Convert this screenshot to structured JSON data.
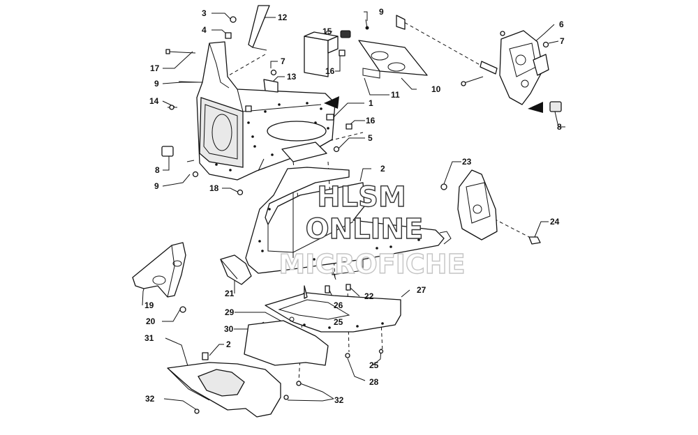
{
  "watermark": {
    "line1": "HLSM",
    "line2": "ONLINE",
    "line3": "MICROFICHE"
  },
  "callouts": [
    {
      "id": "c1",
      "label": "1"
    },
    {
      "id": "c2a",
      "label": "2"
    },
    {
      "id": "c2b",
      "label": "2"
    },
    {
      "id": "c3",
      "label": "3"
    },
    {
      "id": "c4",
      "label": "4"
    },
    {
      "id": "c5",
      "label": "5"
    },
    {
      "id": "c6",
      "label": "6"
    },
    {
      "id": "c7a",
      "label": "7"
    },
    {
      "id": "c7b",
      "label": "7"
    },
    {
      "id": "c8a",
      "label": "8"
    },
    {
      "id": "c8b",
      "label": "8"
    },
    {
      "id": "c9a",
      "label": "9"
    },
    {
      "id": "c9b",
      "label": "9"
    },
    {
      "id": "c9c",
      "label": "9"
    },
    {
      "id": "c10",
      "label": "10"
    },
    {
      "id": "c11",
      "label": "11"
    },
    {
      "id": "c12",
      "label": "12"
    },
    {
      "id": "c13",
      "label": "13"
    },
    {
      "id": "c14",
      "label": "14"
    },
    {
      "id": "c15",
      "label": "15"
    },
    {
      "id": "c16a",
      "label": "16"
    },
    {
      "id": "c16b",
      "label": "16"
    },
    {
      "id": "c17",
      "label": "17"
    },
    {
      "id": "c18",
      "label": "18"
    },
    {
      "id": "c19",
      "label": "19"
    },
    {
      "id": "c20",
      "label": "20"
    },
    {
      "id": "c21",
      "label": "21"
    },
    {
      "id": "c22",
      "label": "22"
    },
    {
      "id": "c23",
      "label": "23"
    },
    {
      "id": "c24",
      "label": "24"
    },
    {
      "id": "c25a",
      "label": "25"
    },
    {
      "id": "c25b",
      "label": "25"
    },
    {
      "id": "c26",
      "label": "26"
    },
    {
      "id": "c27",
      "label": "27"
    },
    {
      "id": "c28",
      "label": "28"
    },
    {
      "id": "c29",
      "label": "29"
    },
    {
      "id": "c30",
      "label": "30"
    },
    {
      "id": "c31",
      "label": "31"
    },
    {
      "id": "c32a",
      "label": "32"
    },
    {
      "id": "c32b",
      "label": "32"
    }
  ]
}
